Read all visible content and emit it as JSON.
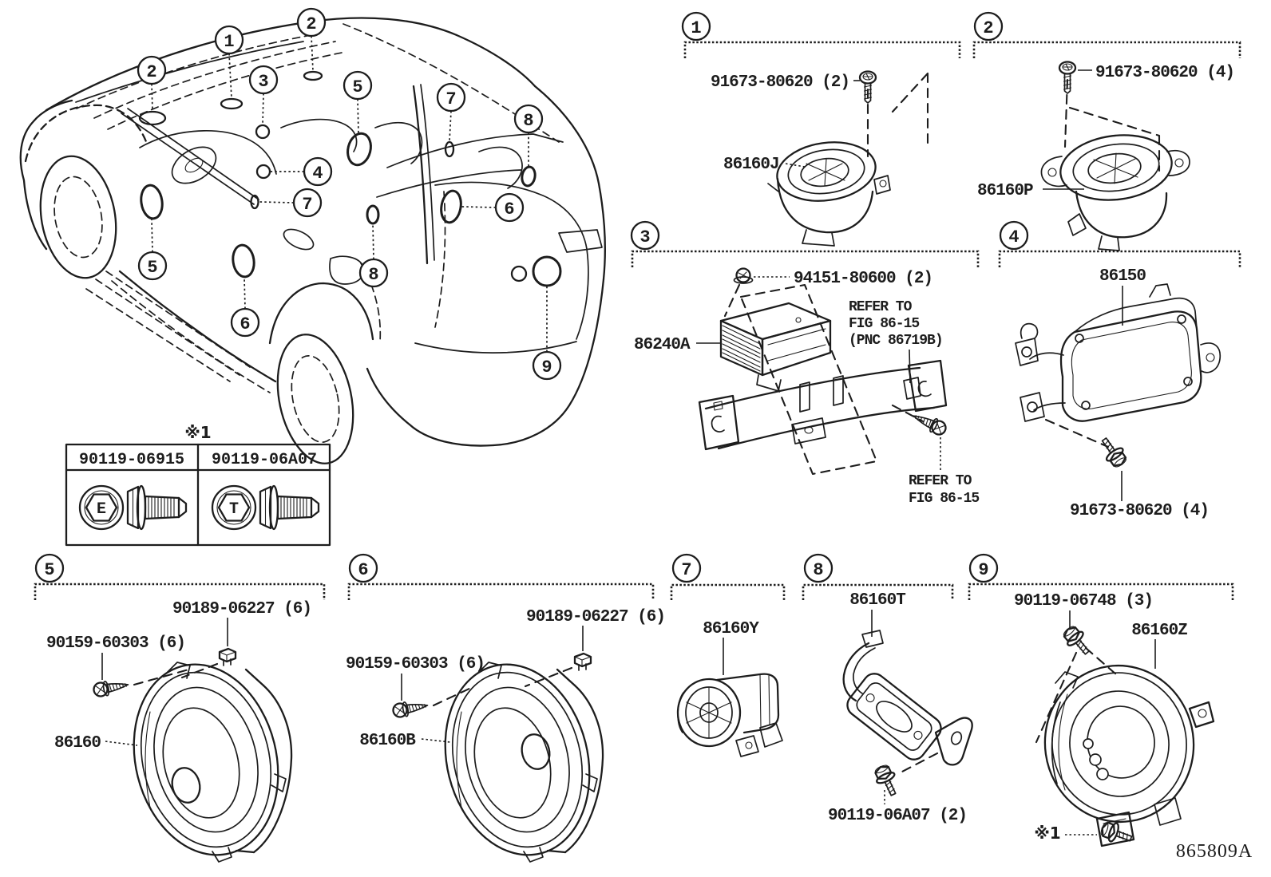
{
  "doc": {
    "code": "865809A",
    "ink": "#1d1d1d",
    "paper": "#ffffff"
  },
  "car": {
    "callouts": [
      {
        "n": "1"
      },
      {
        "n": "2"
      },
      {
        "n": "2"
      },
      {
        "n": "3"
      },
      {
        "n": "4"
      },
      {
        "n": "5"
      },
      {
        "n": "5"
      },
      {
        "n": "6"
      },
      {
        "n": "6"
      },
      {
        "n": "7"
      },
      {
        "n": "7"
      },
      {
        "n": "8"
      },
      {
        "n": "8"
      },
      {
        "n": "9"
      }
    ]
  },
  "fastener_table": {
    "note": "※1",
    "columns": [
      {
        "part_no": "90119-06915",
        "head_letter": "E"
      },
      {
        "part_no": "90119-06A07",
        "head_letter": "T"
      }
    ]
  },
  "sections": [
    {
      "num": "1",
      "labels": {
        "bolt": "91673-80620 (2)",
        "part": "86160J"
      }
    },
    {
      "num": "2",
      "labels": {
        "bolt": "91673-80620 (4)",
        "part": "86160P"
      }
    },
    {
      "num": "3",
      "labels": {
        "nut": "94151-80600 (2)",
        "part": "86240A",
        "refer_a": [
          "REFER TO",
          "FIG 86-15",
          "(PNC 86719B)"
        ],
        "refer_b": [
          "REFER TO",
          "FIG 86-15"
        ]
      }
    },
    {
      "num": "4",
      "labels": {
        "part": "86150",
        "bolt": "91673-80620 (4)"
      }
    },
    {
      "num": "5",
      "labels": {
        "clip": "90189-06227 (6)",
        "screw": "90159-60303 (6)",
        "part": "86160"
      }
    },
    {
      "num": "6",
      "labels": {
        "clip": "90189-06227 (6)",
        "screw": "90159-60303 (6)",
        "part": "86160B"
      }
    },
    {
      "num": "7",
      "labels": {
        "part": "86160Y"
      }
    },
    {
      "num": "8",
      "labels": {
        "part": "86160T",
        "bolt": "90119-06A07 (2)"
      }
    },
    {
      "num": "9",
      "labels": {
        "bolt": "90119-06748 (3)",
        "part": "86160Z",
        "note": "※1"
      }
    }
  ]
}
